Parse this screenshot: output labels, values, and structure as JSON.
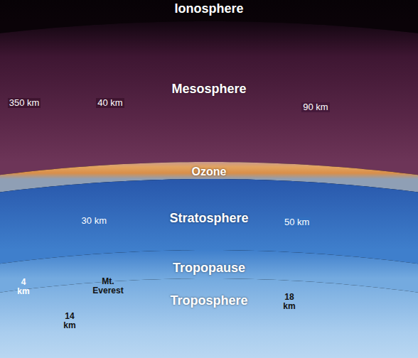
{
  "diagram": {
    "nodes": [
      {
        "text": [
          "Ionosphere"
        ]
      },
      {
        "text": [
          "Mesosphere"
        ]
      },
      {
        "text": [
          "Ozone"
        ]
      },
      {
        "text": [
          "Stratosphere"
        ]
      },
      {
        "text": [
          "Tropopause"
        ]
      },
      {
        "text": [
          "Troposphere"
        ]
      }
    ],
    "labels": [
      "350 km",
      "40 km",
      "90 km",
      "30 km",
      "50 km",
      "4 km",
      "Mt. Everest",
      "14 km",
      "18 km"
    ]
  }
}
